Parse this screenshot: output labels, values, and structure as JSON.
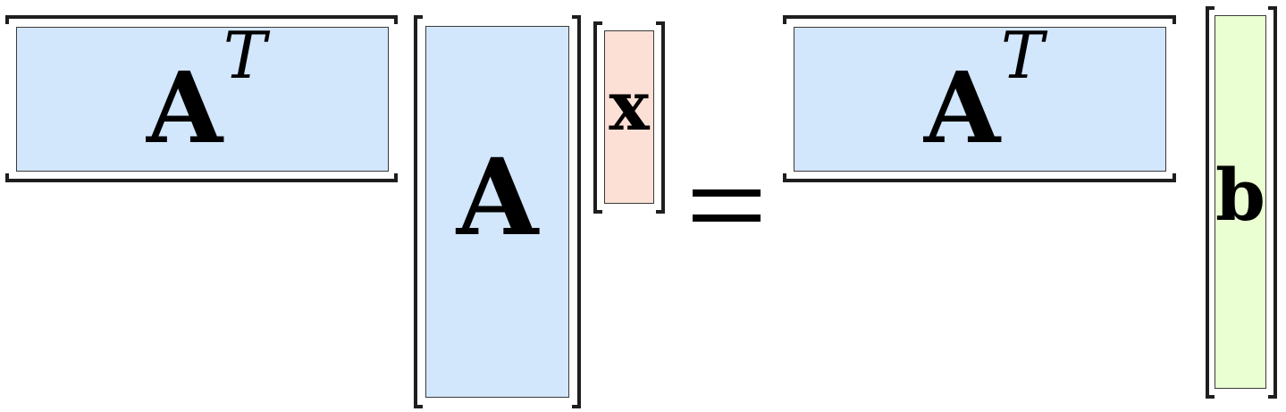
{
  "equation": {
    "lhs": {
      "at_matrix": {
        "symbol": "A",
        "superscript": "T"
      },
      "a_matrix": {
        "symbol": "A"
      },
      "x_vector": {
        "symbol": "x"
      }
    },
    "equals": "=",
    "rhs": {
      "at_matrix": {
        "symbol": "A",
        "superscript": "T"
      },
      "b_vector": {
        "symbol": "b"
      }
    }
  },
  "colors": {
    "matrix_blue": "#d2e6fc",
    "vector_x": "#fde0d5",
    "vector_b": "#eaffd2",
    "bracket": "#1e1e1e",
    "outline": "#3a3a3a"
  }
}
